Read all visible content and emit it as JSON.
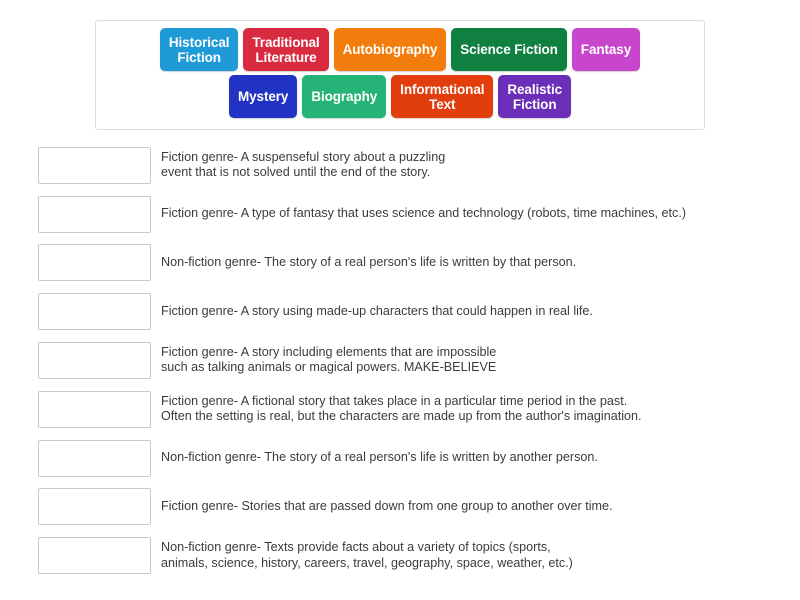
{
  "tile_bank": {
    "rows": [
      [
        {
          "label": "Historical\nFiction",
          "color": "#1e9ad6"
        },
        {
          "label": "Traditional\nLiterature",
          "color": "#d92b3f"
        },
        {
          "label": "Autobiography",
          "color": "#f27d0c"
        },
        {
          "label": "Science Fiction",
          "color": "#0f8040"
        },
        {
          "label": "Fantasy",
          "color": "#c746cb"
        }
      ],
      [
        {
          "label": "Mystery",
          "color": "#2233c4"
        },
        {
          "label": "Biography",
          "color": "#26b378"
        },
        {
          "label": "Informational\nText",
          "color": "#e23d0c"
        },
        {
          "label": "Realistic\nFiction",
          "color": "#6b2eb8"
        }
      ]
    ]
  },
  "answers": [
    {
      "box_value": "",
      "text": "Fiction genre- A suspenseful story about a puzzling\nevent that is not solved until the end of the story."
    },
    {
      "box_value": "",
      "text": "Fiction genre- A type of fantasy that uses science and technology (robots, time machines, etc.)"
    },
    {
      "box_value": "",
      "text": "Non-fiction genre- The story of a real person's life is written by that person."
    },
    {
      "box_value": "",
      "text": "Fiction genre- A story using made-up characters that could happen in real life."
    },
    {
      "box_value": "",
      "text": "Fiction genre- A story including elements that are impossible\nsuch as talking animals or magical powers. MAKE-BELIEVE"
    },
    {
      "box_value": "",
      "text": "Fiction genre- A fictional story that takes place in a particular time period in the past.\nOften the setting is real, but the characters are made up from the author's imagination."
    },
    {
      "box_value": "",
      "text": "Non-fiction genre- The story of a real person's life is written by another person."
    },
    {
      "box_value": "",
      "text": "Fiction genre- Stories that are passed down from one group to another over time."
    },
    {
      "box_value": "",
      "text": "Non-fiction genre- Texts provide facts about a variety of topics (sports,\nanimals, science, history, careers, travel, geography, space, weather, etc.)"
    }
  ],
  "colors": {
    "page_background": "#ffffff",
    "bank_border": "#dcdcdc",
    "drop_box_border": "#c9c9c9",
    "text": "#3b3b3b"
  }
}
